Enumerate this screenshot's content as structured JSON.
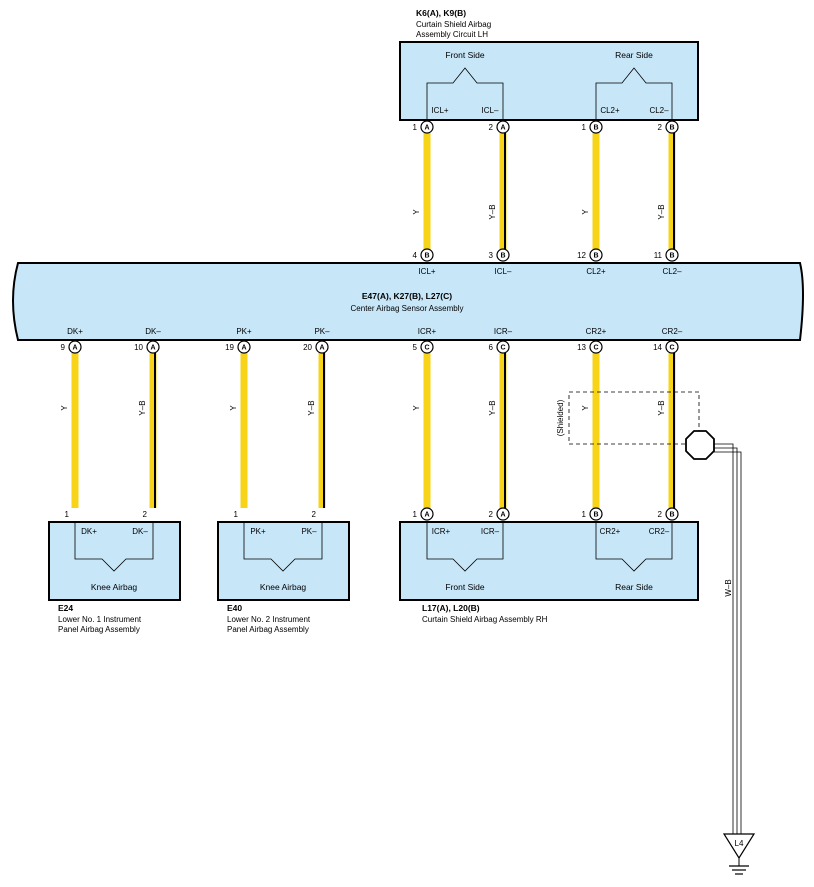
{
  "connectors": {
    "lh": {
      "id_label": "K6(A), K9(B)",
      "name_line1": "Curtain Shield Airbag",
      "name_line2": "Assembly Circuit LH",
      "front_side": "Front Side",
      "rear_side": "Rear Side",
      "pins": [
        "ICL+",
        "ICL–",
        "CL2+",
        "CL2–"
      ]
    },
    "center": {
      "id_label": "E47(A), K27(B), L27(C)",
      "name": "Center Airbag Sensor Assembly",
      "top_pins": [
        "ICL+",
        "ICL–",
        "CL2+",
        "CL2–"
      ],
      "bottom_pins": [
        "DK+",
        "DK–",
        "PK+",
        "PK–",
        "ICR+",
        "ICR–",
        "CR2+",
        "CR2–"
      ]
    },
    "e24": {
      "id_label": "E24",
      "name_line1": "Lower No. 1 Instrument",
      "name_line2": "Panel Airbag Assembly",
      "inner_label": "Knee Airbag",
      "pins": [
        "DK+",
        "DK–"
      ]
    },
    "e40": {
      "id_label": "E40",
      "name_line1": "Lower No. 2 Instrument",
      "name_line2": "Panel Airbag Assembly",
      "inner_label": "Knee Airbag",
      "pins": [
        "PK+",
        "PK–"
      ]
    },
    "rh": {
      "id_label": "L17(A), L20(B)",
      "name": "Curtain Shield Airbag Assembly RH",
      "front_side": "Front Side",
      "rear_side": "Rear Side",
      "pins": [
        "ICR+",
        "ICR–",
        "CR2+",
        "CR2–"
      ]
    }
  },
  "pins": {
    "lh_top": [
      {
        "num": "1",
        "letter": "A"
      },
      {
        "num": "2",
        "letter": "A"
      },
      {
        "num": "1",
        "letter": "B"
      },
      {
        "num": "2",
        "letter": "B"
      }
    ],
    "center_top": [
      {
        "num": "4",
        "letter": "B"
      },
      {
        "num": "3",
        "letter": "B"
      },
      {
        "num": "12",
        "letter": "B"
      },
      {
        "num": "11",
        "letter": "B"
      }
    ],
    "center_bottom": [
      {
        "num": "9",
        "letter": "A"
      },
      {
        "num": "10",
        "letter": "A"
      },
      {
        "num": "19",
        "letter": "A"
      },
      {
        "num": "20",
        "letter": "A"
      },
      {
        "num": "5",
        "letter": "C"
      },
      {
        "num": "6",
        "letter": "C"
      },
      {
        "num": "13",
        "letter": "C"
      },
      {
        "num": "14",
        "letter": "C"
      }
    ],
    "rh_top": [
      {
        "num": "1",
        "letter": "A"
      },
      {
        "num": "2",
        "letter": "A"
      },
      {
        "num": "1",
        "letter": "B"
      },
      {
        "num": "2",
        "letter": "B"
      }
    ],
    "knee_nums": [
      "1",
      "2",
      "1",
      "2"
    ]
  },
  "wires": {
    "upper": [
      "Y",
      "Y–B",
      "Y",
      "Y–B"
    ],
    "lower": [
      "Y",
      "Y–B",
      "Y",
      "Y–B",
      "Y",
      "Y–B",
      "Y",
      "Y–B"
    ],
    "shield_wire": "W–B"
  },
  "shielded_label": "(Shielded)",
  "ground_label": "L4",
  "colors": {
    "module_fill": "#c7e6f8",
    "wire_yellow": "#f7d417",
    "wire_stripe": "#000000"
  }
}
